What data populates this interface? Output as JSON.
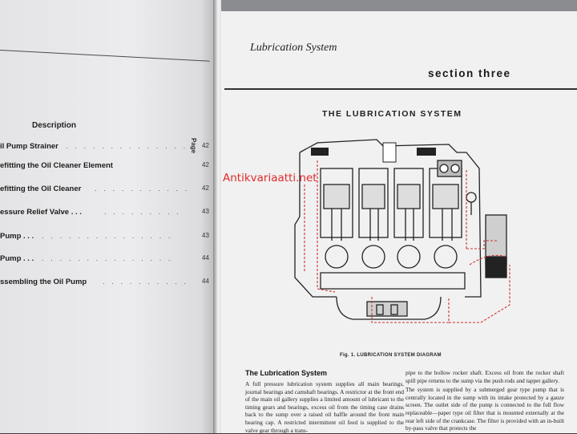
{
  "left_page": {
    "description_heading": "Description",
    "page_heading": "Page",
    "toc": [
      {
        "title": "il Pump Strainer",
        "dots": ". . .  . . .  . . .  . . .  . . .  . . .",
        "page": "42"
      },
      {
        "title": "efitting the Oil Cleaner Element",
        "dots": "",
        "page": "42"
      },
      {
        "title": "efitting the Oil Cleaner",
        "dots": ". . .  . . .  . . .  . . .",
        "page": "42"
      },
      {
        "title": "essure Relief Valve . . .",
        "dots": ". . .  . . .  . . .",
        "page": "43"
      },
      {
        "title": "Pump . . .",
        "dots": ". . .  . . .  . . .  . . .  . . .",
        "page": "43"
      },
      {
        "title": "Pump . . .",
        "dots": ". . .  . . .  . . .  . . .  . . .",
        "page": "44"
      },
      {
        "title": "ssembling the Oil Pump",
        "dots": ". . .  . . .  . . .  . . .",
        "page": "44"
      }
    ]
  },
  "right_page": {
    "header_title": "Lubrication System",
    "section_label": "section three",
    "diagram_title": "THE LUBRICATION SYSTEM",
    "figure_caption": "Fig. 1.     LUBRICATION SYSTEM DIAGRAM",
    "watermark": "Antikvariaatti.net",
    "body_heading": "The Lubrication System",
    "col_left": "A full pressure lubrication system supplies all main bearings, journal bearings and camshaft bearings. A restrictor at the front end of the main oil gallery supplies a limited amount of lubricant to the timing gears and bearings, excess oil from the timing case drains back to the sump over a raised oil baffle around the front main bearing cap. A restricted intermittent oil feed is supplied to the valve gear through a trans-",
    "col_right_p1": "pipe to the hollow rocker shaft. Excess oil from the rocker shaft spill pipe returns to the sump via the push rods and tappet gallery.",
    "col_right_p2": "The system is supplied by a submerged gear type pump that is centrally located in the sump with its intake protected by a gauze screen. The outlet side of the pump is connected to the full flow replaceable—paper type oil filter that is mounted externally at the rear left side of the crankcase. The filter is provided with an in-built by-pass valve that protects the"
  },
  "colors": {
    "paper": "#f1f1f1",
    "ink": "#1c1c1c",
    "oil_line": "#d03030",
    "watermark": "#e22a2a"
  }
}
